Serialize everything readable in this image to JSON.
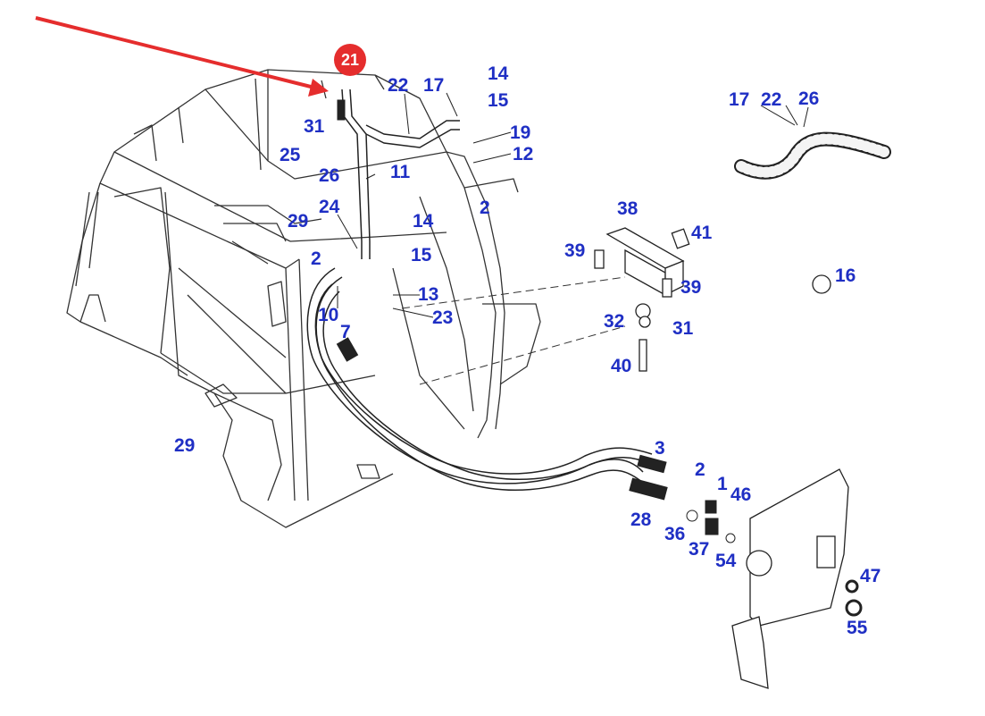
{
  "highlight": {
    "label": "21",
    "color": "#e52d2d"
  },
  "label_color": "#1f2fc4",
  "labels": {
    "p14a": "14",
    "p15a": "15",
    "p22a": "22",
    "p17a": "17",
    "p31a": "31",
    "p25": "25",
    "p19": "19",
    "p12": "12",
    "p26a": "26",
    "p11": "11",
    "p2a": "2",
    "p17b": "17",
    "p22b": "22",
    "p26b": "26",
    "p24": "24",
    "p29a": "29",
    "p14b": "14",
    "p15b": "15",
    "p38": "38",
    "p41": "41",
    "p39a": "39",
    "p2b": "2",
    "p13": "13",
    "p39b": "39",
    "p16": "16",
    "p10": "10",
    "p23": "23",
    "p32": "32",
    "p31b": "31",
    "p7": "7",
    "p40": "40",
    "p29b": "29",
    "p3": "3",
    "p2c": "2",
    "p1": "1",
    "p46": "46",
    "p28": "28",
    "p36": "36",
    "p37": "37",
    "p54": "54",
    "p47": "47",
    "p55": "55"
  }
}
